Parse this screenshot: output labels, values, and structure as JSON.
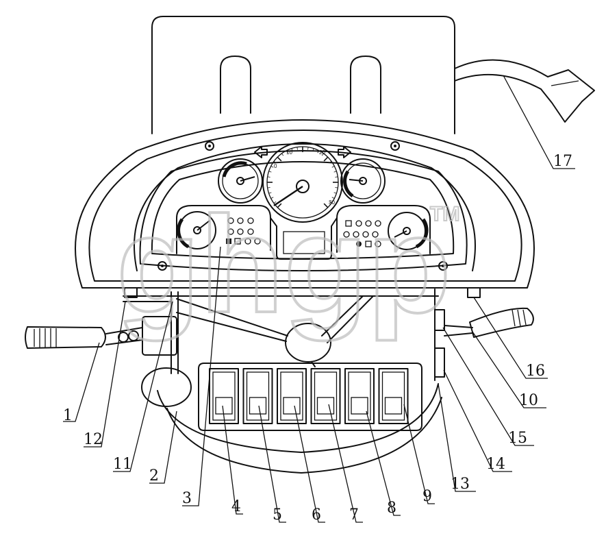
{
  "watermark": {
    "text": "ghgp",
    "mark": "TM"
  },
  "callouts": [
    {
      "id": "c1",
      "label": "1"
    },
    {
      "id": "c2",
      "label": "2"
    },
    {
      "id": "c3",
      "label": "3"
    },
    {
      "id": "c4",
      "label": "4"
    },
    {
      "id": "c5",
      "label": "5"
    },
    {
      "id": "c6",
      "label": "6"
    },
    {
      "id": "c7",
      "label": "7"
    },
    {
      "id": "c8",
      "label": "8"
    },
    {
      "id": "c9",
      "label": "9"
    },
    {
      "id": "c10",
      "label": "10"
    },
    {
      "id": "c11",
      "label": "11"
    },
    {
      "id": "c12",
      "label": "12"
    },
    {
      "id": "c13",
      "label": "13"
    },
    {
      "id": "c14",
      "label": "14"
    },
    {
      "id": "c15",
      "label": "15"
    },
    {
      "id": "c16",
      "label": "16"
    },
    {
      "id": "c17",
      "label": "17"
    }
  ],
  "gauges": {
    "speedometer_ticks": [
      "0",
      "10",
      "20",
      "30"
    ]
  },
  "icons": {
    "switch_icons": [
      "rear-light-icon",
      "headlight-icon",
      "roof-light-icon",
      "wiper-icon",
      "fan-heater-icon",
      "blank-switch-icon"
    ]
  }
}
